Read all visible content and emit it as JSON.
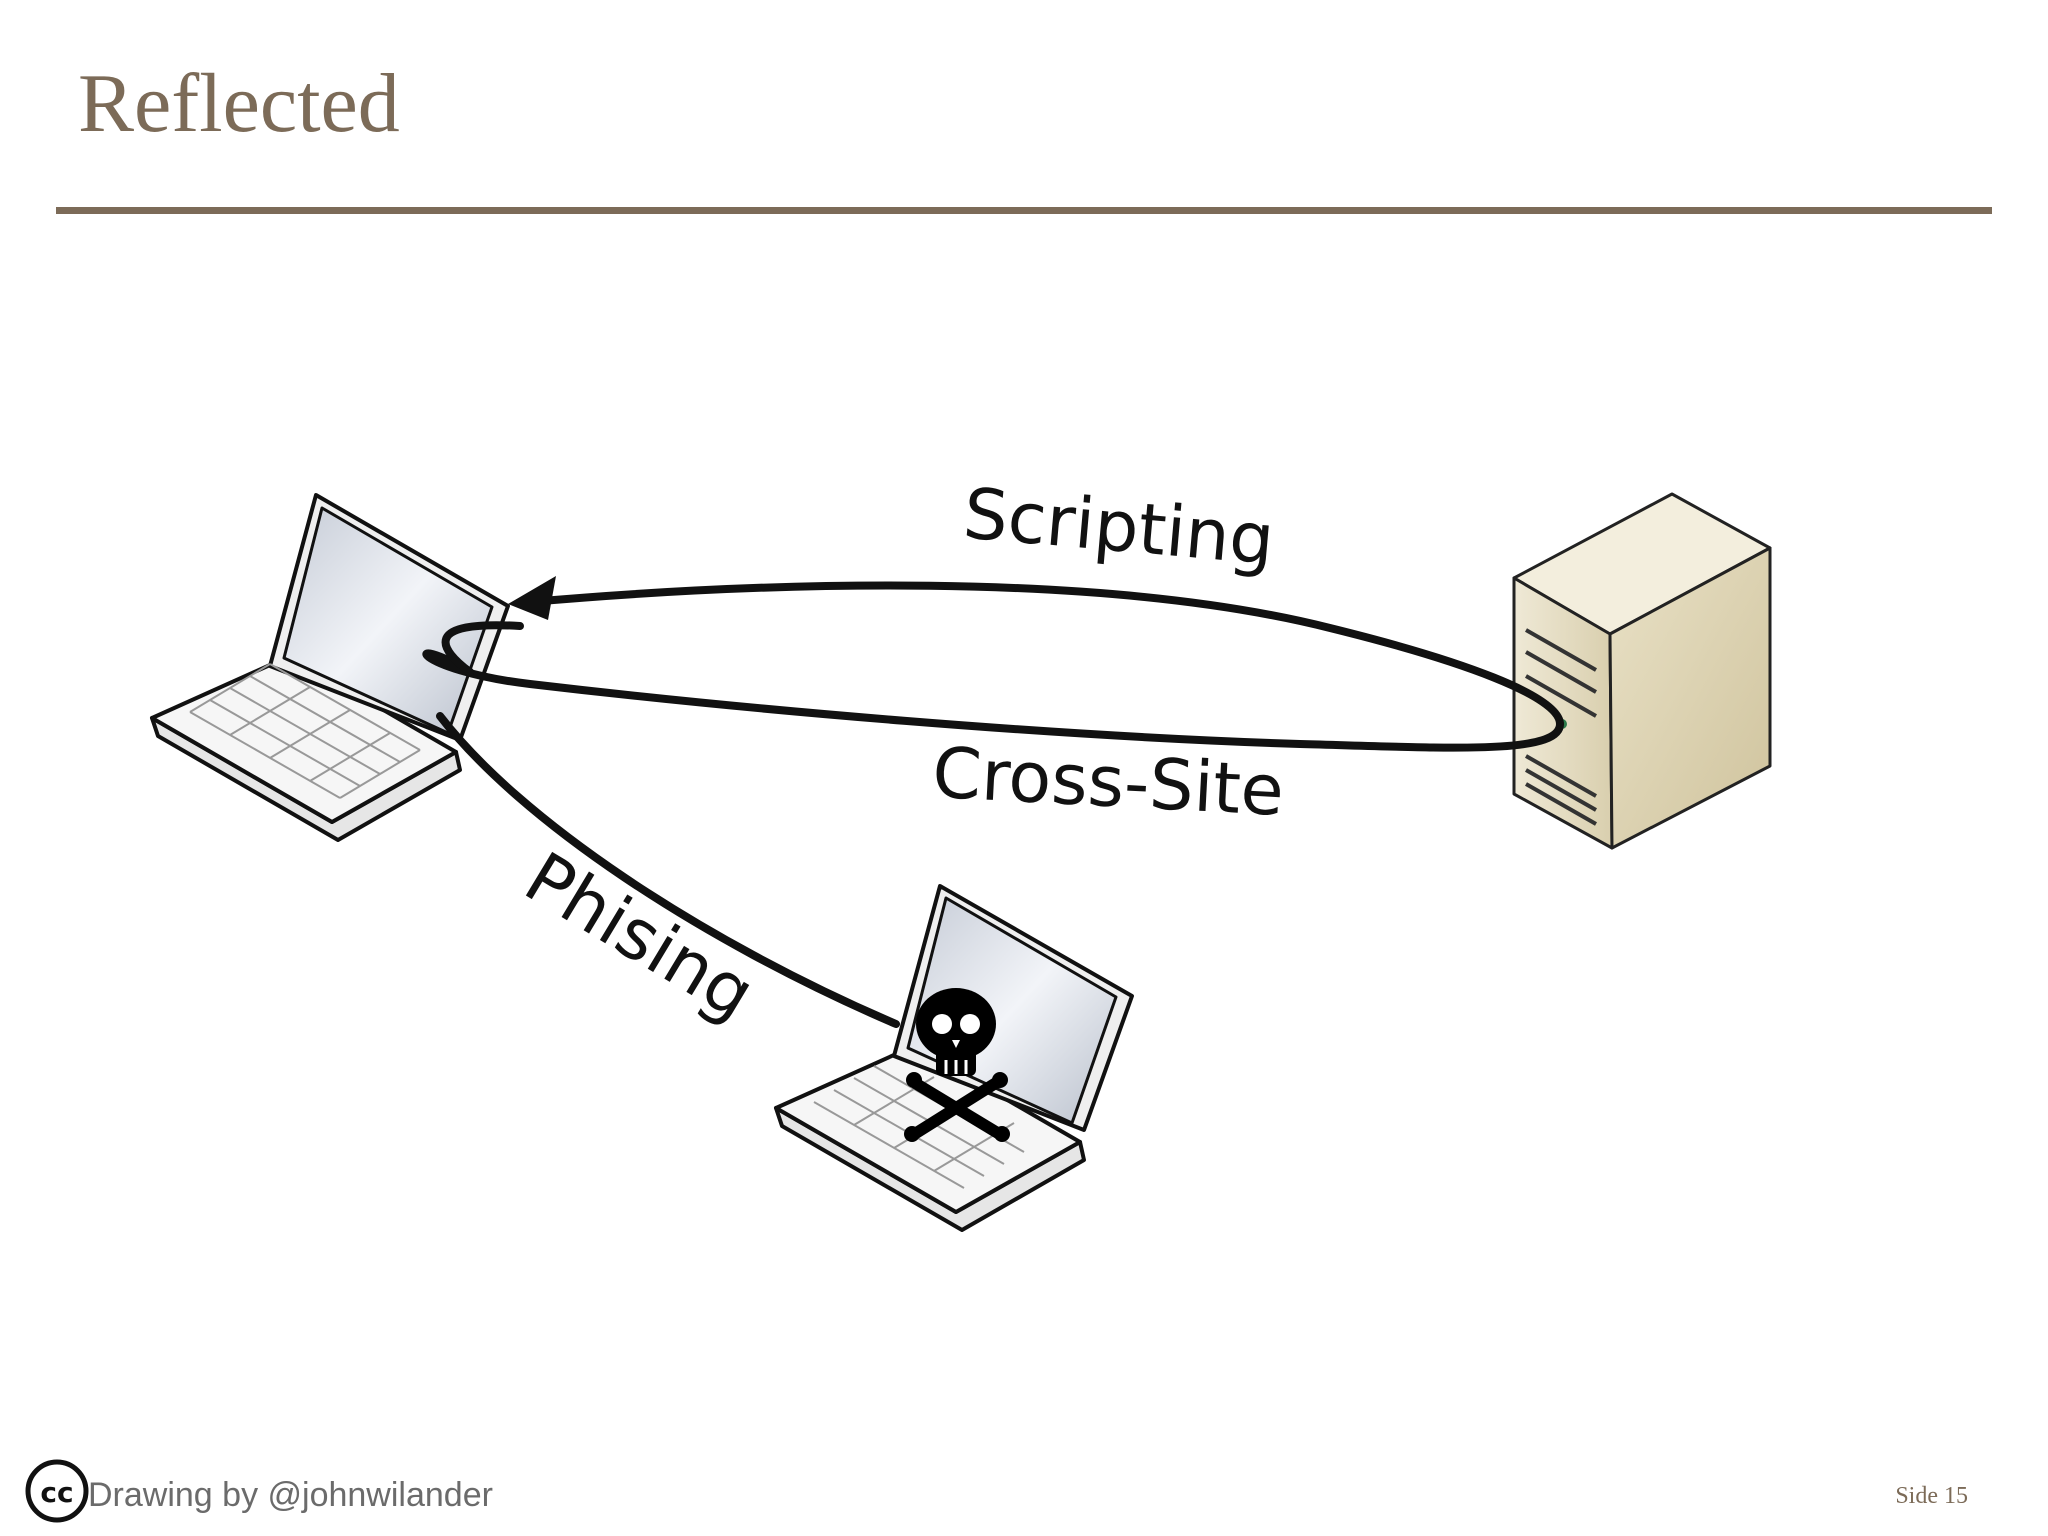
{
  "slide": {
    "title": "Reflected",
    "number_label": "Side 15",
    "footer_credit": "Drawing by @johnwilander",
    "license_badge": "cc"
  },
  "diagram": {
    "nodes": [
      {
        "id": "victim-laptop",
        "icon": "laptop-icon"
      },
      {
        "id": "web-server",
        "icon": "server-icon"
      },
      {
        "id": "attacker-laptop",
        "icon": "laptop-skull-icon"
      }
    ],
    "edge_labels": {
      "top": "Scripting",
      "middle": "Cross-Site",
      "bottom": "Phising"
    }
  },
  "colors": {
    "accent": "#7c6b58",
    "line": "#111111",
    "server": "#e5dcc0"
  }
}
